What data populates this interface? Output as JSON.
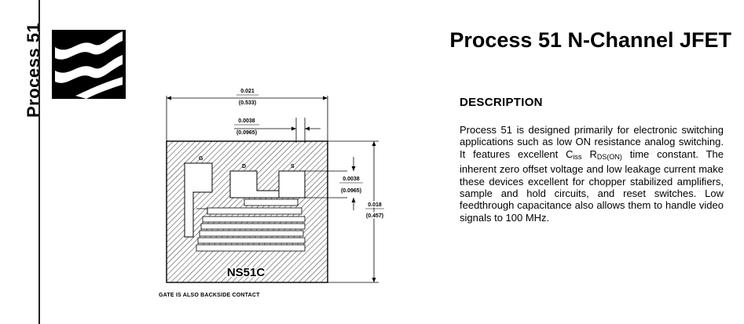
{
  "sidebar": {
    "label": "Process 51"
  },
  "header": {
    "title": "Process 51 N-Channel JFET"
  },
  "description": {
    "heading": "DESCRIPTION",
    "text_before_ciss": "Process 51 is designed primarily for electronic switching applications such as low ON resistance analog switching. It features excellent C",
    "ciss_sub": "iss",
    "rds_main": "R",
    "rds_sub": "DS(ON)",
    "text_after_rds": " time constant. The inherent zero offset voltage and low leakage current make these devices excellent for chopper stabilized amplifiers, sample and hold circuits, and reset switches. Low feedthrough capacitance also allows them to handle video signals to 100 MHz."
  },
  "diagram": {
    "width_in": "0.021",
    "width_mm": "(0.533)",
    "pad_offset_in": "0.0038",
    "pad_offset_mm": "(0.0965)",
    "pad_size_in": "0.0038",
    "pad_size_mm": "(0.0965)",
    "height_in": "0.018",
    "height_mm": "(0.457)",
    "gate_label": "G",
    "drain_label": "D",
    "source_label": "S",
    "die_label": "NS51C",
    "note": "GATE IS ALSO BACKSIDE CONTACT"
  }
}
